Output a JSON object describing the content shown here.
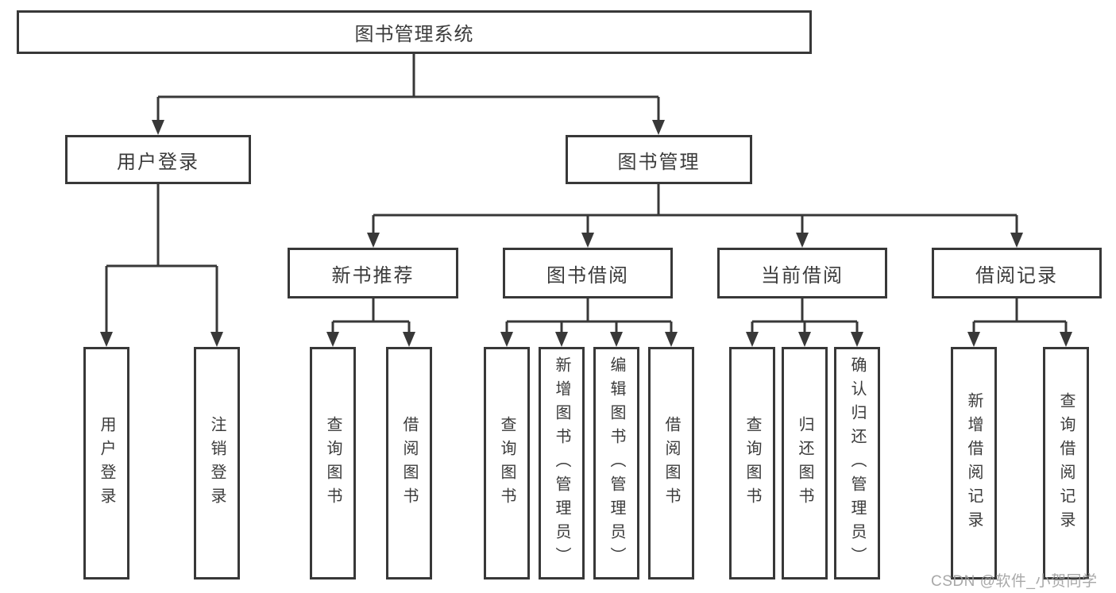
{
  "diagram": {
    "root": {
      "label": "图书管理系统"
    },
    "level2": [
      {
        "label": "用户登录"
      },
      {
        "label": "图书管理"
      }
    ],
    "level3": [
      {
        "label": "新书推荐"
      },
      {
        "label": "图书借阅"
      },
      {
        "label": "当前借阅"
      },
      {
        "label": "借阅记录"
      }
    ],
    "leaves": [
      {
        "label": "用户登录"
      },
      {
        "label": "注销登录"
      },
      {
        "label": "查询图书"
      },
      {
        "label": "借阅图书"
      },
      {
        "label": "查询图书"
      },
      {
        "label": "新增图书（管理员）"
      },
      {
        "label": "编辑图书（管理员）"
      },
      {
        "label": "借阅图书"
      },
      {
        "label": "查询图书"
      },
      {
        "label": "归还图书"
      },
      {
        "label": "确认归还（管理员）"
      },
      {
        "label": "新增借阅记录"
      },
      {
        "label": "查询借阅记录"
      }
    ]
  },
  "watermark": {
    "text": "CSDN @软件_小贺同学"
  },
  "colors": {
    "line": "#383838",
    "text": "#3b3b3b",
    "box_fill": "#ffffff",
    "background": "#ffffff",
    "watermark": "#9e9e9e"
  }
}
